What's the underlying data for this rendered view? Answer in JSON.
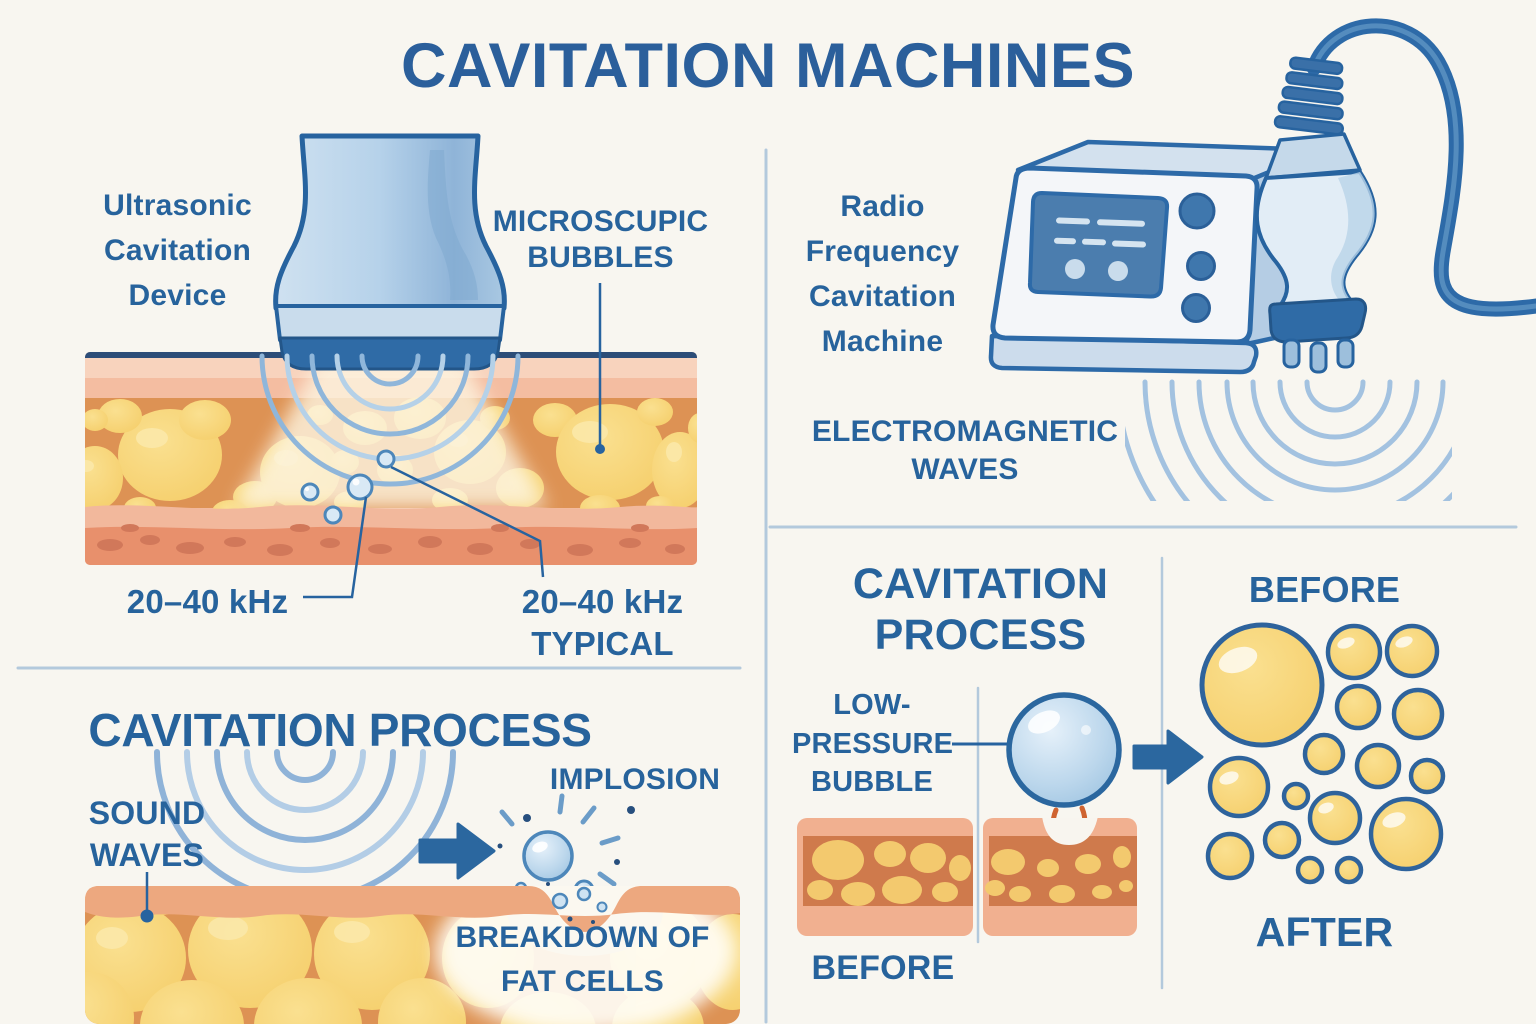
{
  "title": "CAVITATION MACHINES",
  "colors": {
    "heading_blue": "#2b5f9b",
    "label_blue": "#27639c",
    "divider_blue": "#b0c7db",
    "wave_blue": "#a3c2e0",
    "device_blue": "#2f6ba6",
    "fat_yellow": "#f6d070",
    "fat_outline_blue": "#2e639c",
    "skin_orange": "#dd9254",
    "skin_salmon": "#eda87f",
    "bubble_blue": "#b5d2e9",
    "background": "#f8f6f0"
  },
  "sections": {
    "top_left": {
      "device_label": "Ultrasonic Cavitation Device",
      "bubbles_label": "MICROSCUPIC BUBBLES",
      "frequency_label": "20–40 kHz",
      "frequency_typical_label": "20–40 kHz TYPICAL"
    },
    "top_right": {
      "machine_label": "Radio Frequency Cavitation Machine",
      "waves_label": "ELECTROMAGNETIC WAVES"
    },
    "bottom_left": {
      "heading": "CAVITATION PROCESS",
      "sound_waves_label": "SOUND WAVES",
      "implosion_label": "IMPLOSION",
      "breakdown_label": "BREAKDOWN OF FAT CELLS"
    },
    "bottom_right": {
      "heading": "CAVITATION PROCESS",
      "before_top_label": "BEFORE",
      "low_pressure_bubble_label": "LOW-PRESSURE BUBBLE",
      "after_label": "AFTER",
      "before_bottom_label": "BEFORE"
    }
  }
}
